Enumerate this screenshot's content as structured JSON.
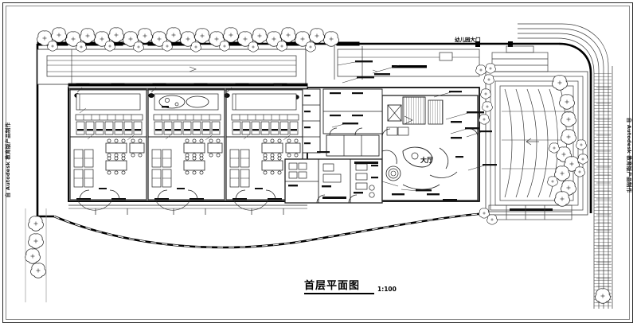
{
  "sheet": {
    "title_cn": "首层平面图",
    "scale": "1:100",
    "watermark_left": "自 Autodesk 教育版产品制作",
    "watermark_right": "自 Autodesk 教育版产品制作"
  },
  "labels": {
    "gate": "幼儿园大门",
    "hall": "大厅"
  },
  "colors": {
    "ink": "#000000",
    "thin": "#3a3a3a",
    "hatch": "#555555",
    "paper": "#ffffff"
  },
  "drawing": {
    "type": "architectural-floor-plan",
    "classroom_modules": 3,
    "tree_rows": [
      "top-boundary",
      "left-boundary",
      "right-courtyard"
    ],
    "road_hatch_side": "right"
  }
}
